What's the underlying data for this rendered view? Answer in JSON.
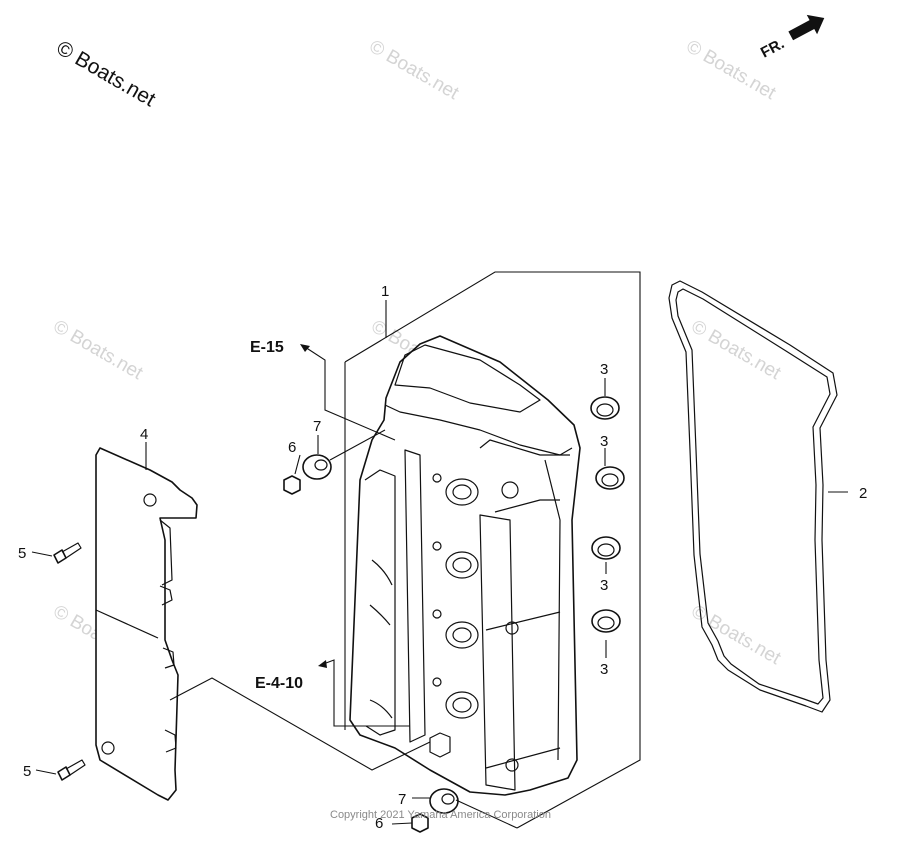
{
  "diagram": {
    "brand": "© Boats.net",
    "watermark": "© Boats.net",
    "copyright": "Copyright 2021 Yamaha America Corporation",
    "direction_label": "FR.",
    "references": {
      "ref_top": "E-15",
      "ref_bottom": "E-4-10"
    },
    "callouts": {
      "c1": "1",
      "c2": "2",
      "c3a": "3",
      "c3b": "3",
      "c3c": "3",
      "c3d": "3",
      "c4": "4",
      "c5a": "5",
      "c5b": "5",
      "c6a": "6",
      "c6b": "6",
      "c7a": "7",
      "c7b": "7"
    }
  }
}
